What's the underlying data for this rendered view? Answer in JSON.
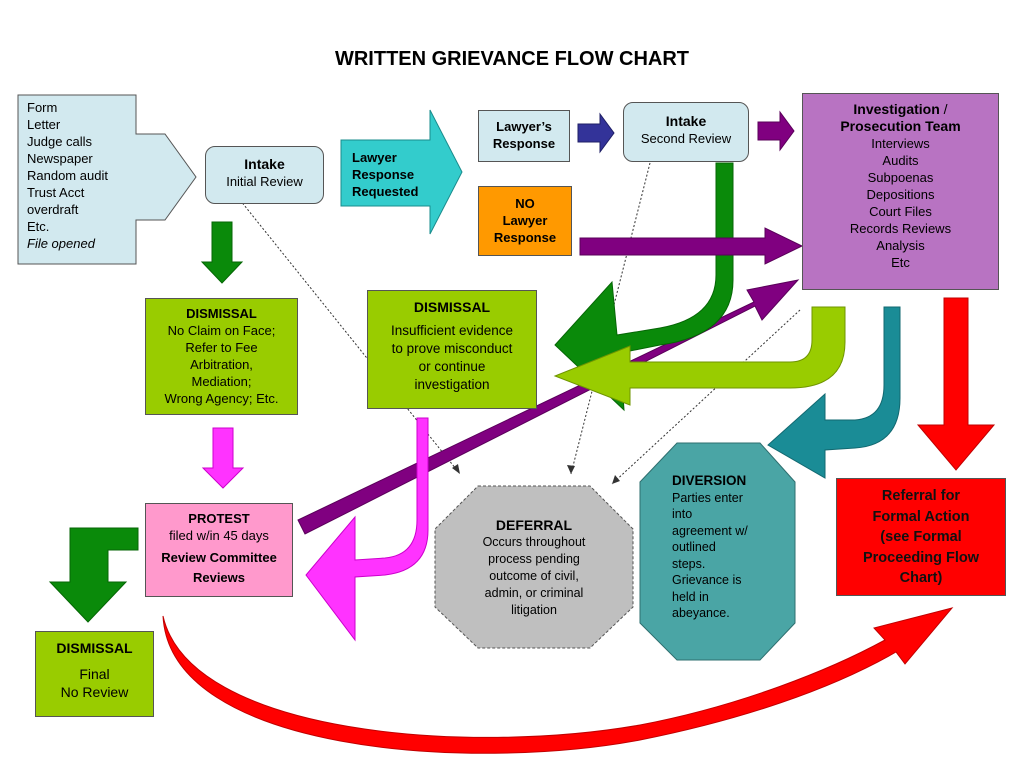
{
  "title": "WRITTEN GRIEVANCE FLOW CHART",
  "sources": {
    "items": [
      "Form",
      "Letter",
      "Judge calls",
      "Newspaper",
      "Random audit",
      "Trust Acct",
      "overdraft",
      "Etc."
    ],
    "footer": "File opened"
  },
  "intake1": {
    "title": "Intake",
    "subtitle": "Initial Review"
  },
  "lawyer_requested": {
    "lines": [
      "Lawyer",
      "Response",
      "Requested"
    ]
  },
  "lawyers_response": {
    "lines": [
      "Lawyer’s",
      "Response"
    ]
  },
  "no_response": {
    "lines": [
      "NO",
      "Lawyer",
      "Response"
    ]
  },
  "intake2": {
    "title": "Intake",
    "subtitle": "Second Review"
  },
  "investigation": {
    "title_line1_a": "Investigation",
    "title_line1_b": " /",
    "title_line2": "Prosecution Team",
    "items": [
      "Interviews",
      "Audits",
      "Subpoenas",
      "Depositions",
      "Court Files",
      "Records Reviews",
      "Analysis",
      "Etc"
    ]
  },
  "dismissal1": {
    "title": "DISMISSAL",
    "lines": [
      "No Claim on Face;",
      "Refer to Fee",
      "Arbitration,",
      "Mediation;",
      "Wrong Agency; Etc."
    ]
  },
  "dismissal2": {
    "title": "DISMISSAL",
    "lines": [
      "Insufficient evidence",
      "to prove misconduct",
      "or continue",
      "investigation"
    ]
  },
  "protest": {
    "title": "PROTEST",
    "line1": "filed w/in 45 days",
    "line2": "Review Committee",
    "line3": "Reviews"
  },
  "dismissal_final": {
    "title": "DISMISSAL",
    "lines": [
      "Final",
      "No Review"
    ]
  },
  "deferral": {
    "title": "DEFERRAL",
    "lines": [
      "Occurs throughout",
      "process pending",
      "outcome of civil,",
      "admin, or criminal",
      "litigation"
    ]
  },
  "diversion": {
    "title": "DIVERSION",
    "lines": [
      "Parties enter",
      "into",
      "agreement w/",
      "outlined",
      "steps.",
      "Grievance is",
      "held in",
      "abeyance."
    ]
  },
  "referral": {
    "lines": [
      "Referral for",
      "Formal Action",
      "(see Formal",
      "Proceeding Flow",
      "Chart)"
    ]
  },
  "colors": {
    "light_blue": "#d2e9ef",
    "cyan": "#33cccc",
    "purple": "#800080",
    "lavender": "#b873c2",
    "lime": "#99cc00",
    "green": "#008000",
    "magenta": "#ff33ff",
    "pink": "#ff99cc",
    "teal": "#1a8c96",
    "teal_light": "#4aa5a5",
    "gray": "#bfbfbf",
    "red": "#ff0000",
    "orange": "#ff9900",
    "navy": "#333399"
  }
}
